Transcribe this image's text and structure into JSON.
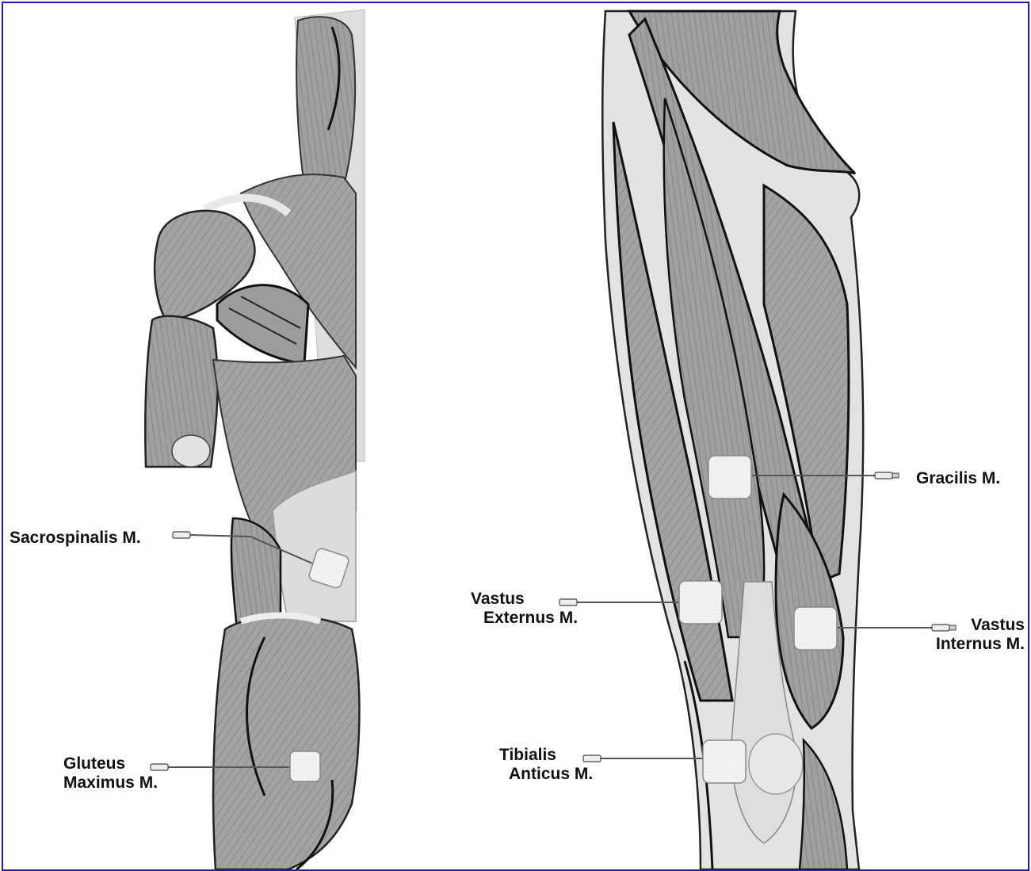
{
  "labels": {
    "sacrospinalis": "Sacrospinalis M.",
    "gluteus_line1": "Gluteus",
    "gluteus_line2": "Maximus M.",
    "gracilis": "Gracilis M.",
    "vastus_ext_line1": "Vastus",
    "vastus_ext_line2": "Externus M.",
    "vastus_int_line1": "Vastus",
    "vastus_int_line2": "Internus M.",
    "tibialis_line1": "Tibialis",
    "tibialis_line2": "Anticus M."
  },
  "colors": {
    "frame": "#1a1ad6",
    "muscle": "#9a9a9a",
    "muscle_light": "#c8c8c8",
    "tendon": "#e6e6e6",
    "outline": "#111111",
    "pad": "#f2f2f2"
  }
}
